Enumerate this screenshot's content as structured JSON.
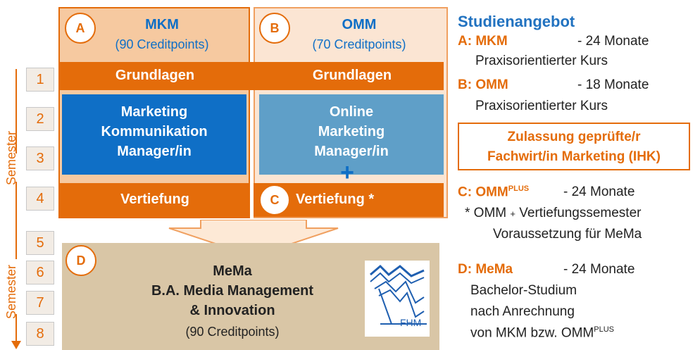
{
  "semester_label": "Semester",
  "semesters": [
    "1",
    "2",
    "3",
    "4",
    "5",
    "6",
    "7",
    "8"
  ],
  "mkm": {
    "badge": "A",
    "title": "MKM",
    "credits": "(90 Creditpoints)",
    "grundlagen": "Grundlagen",
    "main_lines": [
      "Marketing",
      "Kommunikation",
      "Manager/in"
    ],
    "vertiefung": "Vertiefung"
  },
  "omm": {
    "badge": "B",
    "title": "OMM",
    "credits": "(70 Creditpoints)",
    "grundlagen": "Grundlagen",
    "main_lines": [
      "Online",
      "Marketing",
      "Manager/in"
    ],
    "plus": "+",
    "vertiefung_badge": "C",
    "vertiefung": "Vertiefung *"
  },
  "mema": {
    "badge": "D",
    "lines": [
      "MeMa",
      "B.A. Media Management",
      "& Innovation"
    ],
    "credits": "(90 Creditpoints)",
    "logo_text": "FHM"
  },
  "right": {
    "heading": "Studienangebot",
    "a_label": "A: MKM",
    "a_duration": "- 24 Monate",
    "a_desc": "Praxisorientierter Kurs",
    "b_label": "B: OMM",
    "b_duration": "- 18 Monate",
    "b_desc": "Praxisorientierter Kurs",
    "zulassung_1": "Zulassung  geprüfte/r",
    "zulassung_2": "Fachwirt/in Marketing (IHK)",
    "c_label": "C: OMM",
    "c_sup": "PLUS",
    "c_duration": "- 24 Monate",
    "c_note_1": "* OMM",
    "c_note_plus": "+",
    "c_note_2": "Vertiefungssemester",
    "c_note_3": "Voraussetzung für MeMa",
    "d_label": "D: MeMa",
    "d_duration": "- 24 Monate",
    "d_desc_1": "Bachelor-Studium",
    "d_desc_2": "nach Anrechnung",
    "d_desc_3": "von MKM bzw. OMM",
    "d_sup": "PLUS"
  },
  "colors": {
    "orange": "#e46c0a",
    "orange_light": "#f6c9a0",
    "peach": "#fbe5d3",
    "blue_dark": "#0f6fc6",
    "blue_light": "#5f9fc8",
    "tan": "#d9c6a6",
    "heading_blue": "#2172c0"
  }
}
